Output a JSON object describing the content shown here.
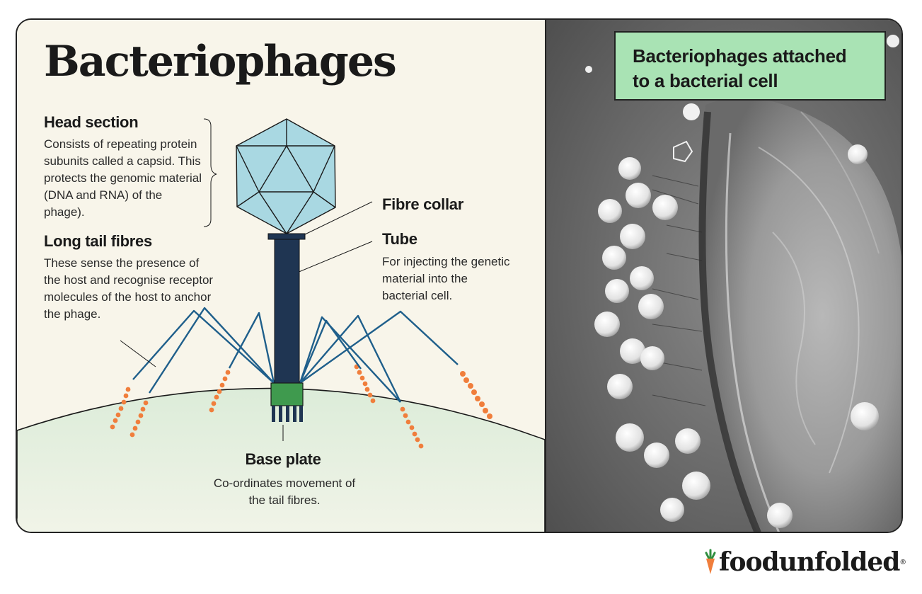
{
  "title": "Bacteriophages",
  "labels": {
    "head_section": {
      "title": "Head section",
      "description": "Consists of repeating protein subunits called a capsid. This protects the genomic material (DNA and RNA) of the phage)."
    },
    "long_tail_fibres": {
      "title": "Long tail fibres",
      "description": "These sense the presence of the host and recognise receptor molecules of the host to anchor the phage."
    },
    "fibre_collar": {
      "title": "Fibre collar"
    },
    "tube": {
      "title": "Tube",
      "description": "For injecting the genetic material into the bacterial cell."
    },
    "base_plate": {
      "title": "Base plate",
      "description": "Co-ordinates movement of the tail fibres."
    }
  },
  "photo_caption": "Bacteriophages attached to a bacterial cell",
  "brand": {
    "name": "foodunfolded",
    "registered": "®"
  },
  "colors": {
    "capsid": "#a9d8e2",
    "tail": "#1f3552",
    "base_plate": "#3f9a4e",
    "fibres": "#1f5f8b",
    "receptors": "#f07e3c",
    "cell": "#dfeedd",
    "callout": "#a9e3b4"
  }
}
